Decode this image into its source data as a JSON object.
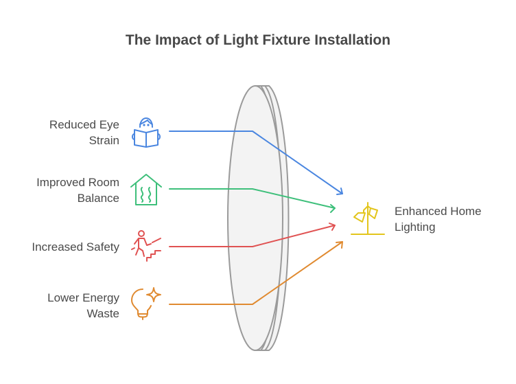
{
  "title": "The Impact of Light Fixture Installation",
  "inputs": [
    {
      "label_line1": "Reduced Eye",
      "label_line2": "Strain",
      "icon": "reading-person-icon",
      "color": "#4a86e0"
    },
    {
      "label_line1": "Improved Room",
      "label_line2": "Balance",
      "icon": "house-heat-icon",
      "color": "#3dbf7a"
    },
    {
      "label_line1": "Increased Safety",
      "label_line2": "",
      "icon": "person-climbing-stairs-icon",
      "color": "#e05252"
    },
    {
      "label_line1": "Lower Energy",
      "label_line2": "Waste",
      "icon": "lightbulb-sparkle-icon",
      "color": "#e08a30"
    }
  ],
  "output": {
    "label_line1": "Enhanced Home",
    "label_line2": "Lighting",
    "icon": "floor-lamp-icon",
    "color": "#e3c51c"
  },
  "lens": {
    "stroke": "#999999",
    "fill": "#f3f3f3"
  }
}
